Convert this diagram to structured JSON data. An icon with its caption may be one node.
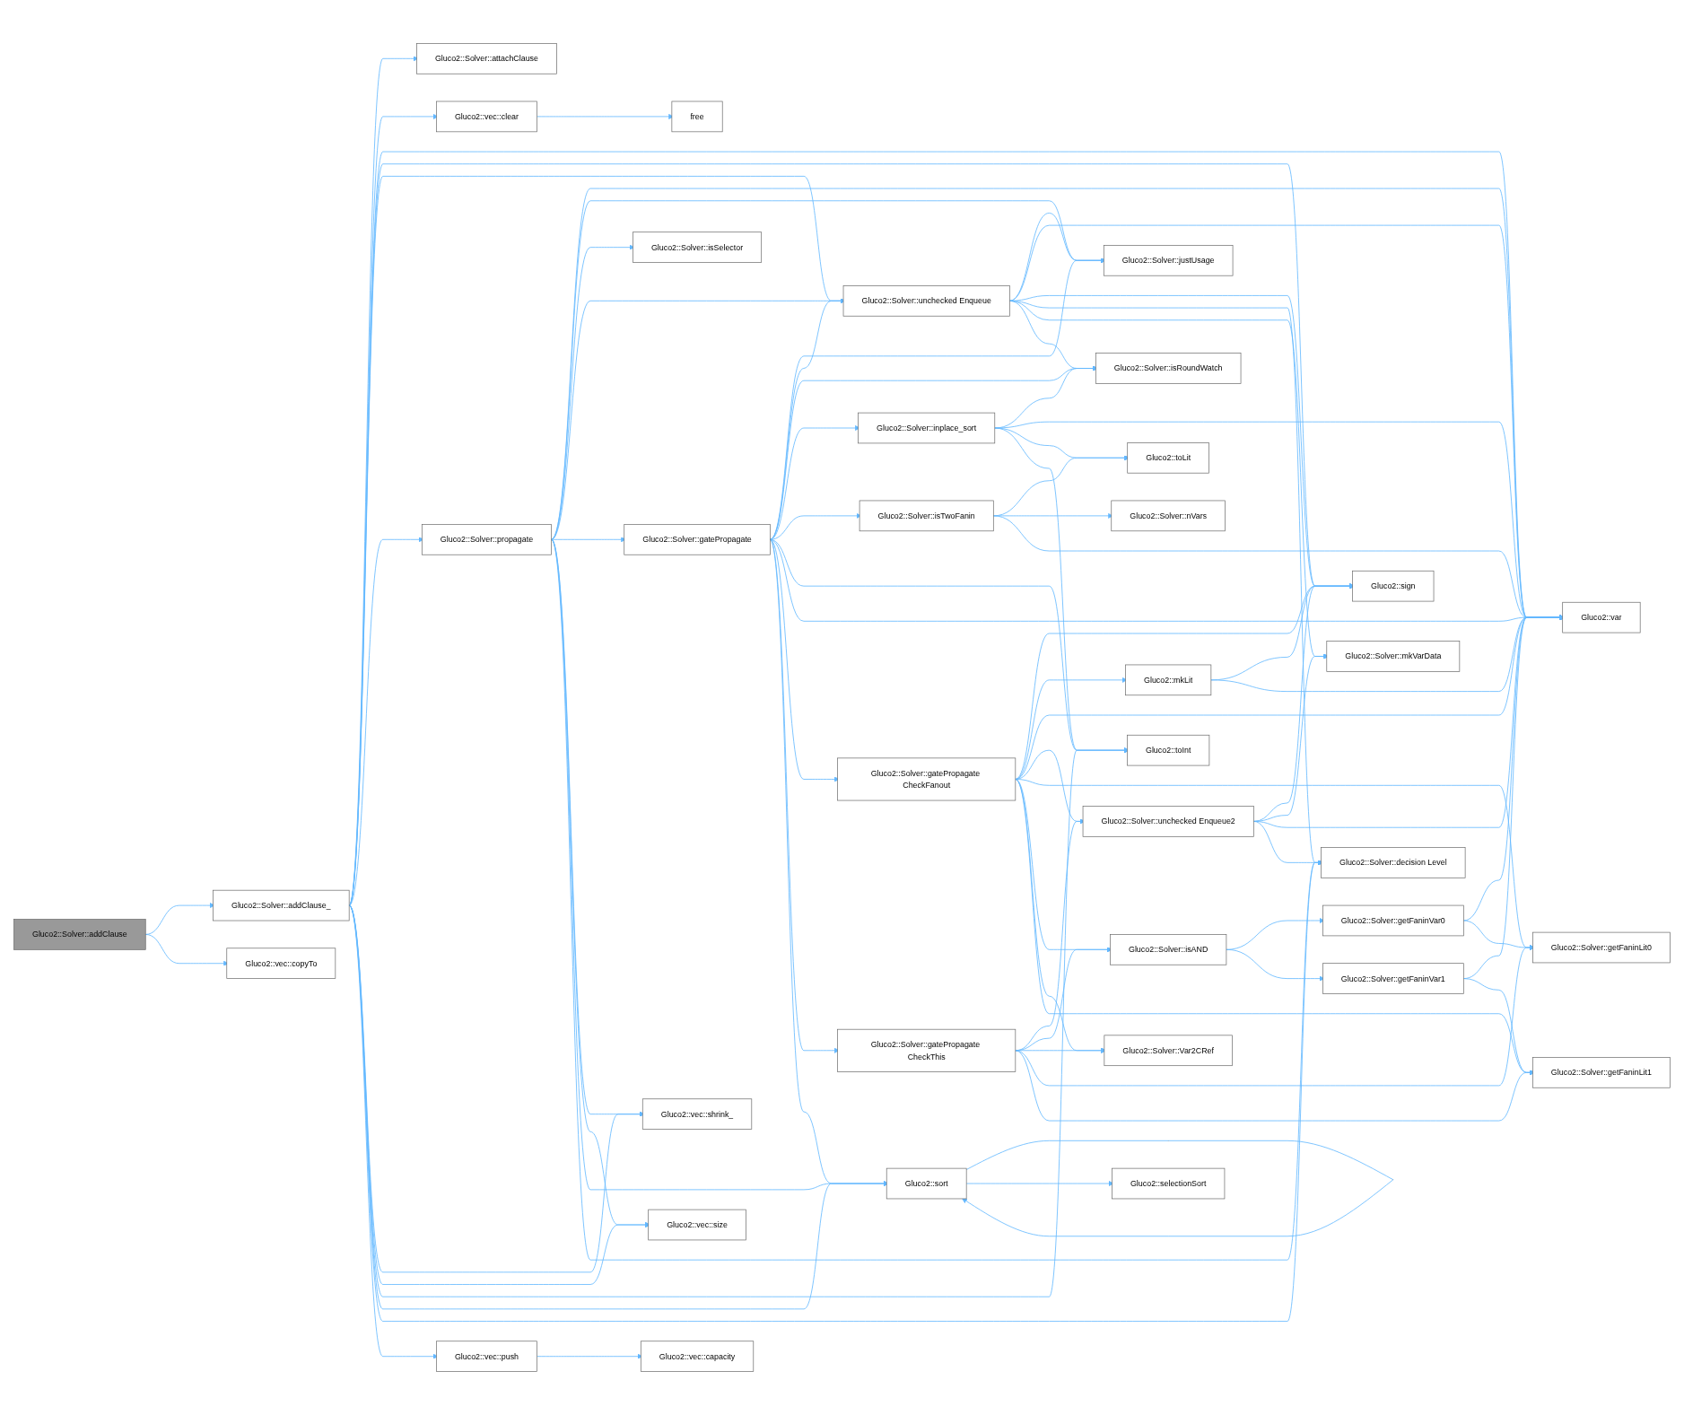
{
  "diagram": {
    "nodes": [
      {
        "text": [
          "Gluco2::Solver::addClause"
        ]
      },
      {
        "text": [
          "Gluco2::Solver::addClause_"
        ]
      },
      {
        "text": [
          "Gluco2::vec::copyTo"
        ]
      },
      {
        "text": [
          "Gluco2::Solver::attachClause"
        ]
      },
      {
        "text": [
          "Gluco2::vec::clear"
        ]
      },
      {
        "text": [
          "free"
        ]
      },
      {
        "text": [
          "Gluco2::Solver::propagate"
        ]
      },
      {
        "text": [
          "Gluco2::vec::shrink_"
        ]
      },
      {
        "text": [
          "Gluco2::vec::size"
        ]
      },
      {
        "text": [
          "Gluco2::sort"
        ]
      },
      {
        "text": [
          "Gluco2::Solver::decision Level"
        ]
      },
      {
        "text": [
          "Gluco2::toInt"
        ]
      },
      {
        "text": [
          "Gluco2::var"
        ]
      },
      {
        "text": [
          "Gluco2::sign"
        ]
      },
      {
        "text": [
          "Gluco2::Solver::unchecked Enqueue"
        ]
      },
      {
        "text": [
          "Gluco2::Solver::justUsage"
        ]
      },
      {
        "text": [
          "Gluco2::Solver::isRoundWatch"
        ]
      },
      {
        "text": [
          "Gluco2::Solver::mkVarData"
        ]
      },
      {
        "text": [
          "Gluco2::Solver::isSelector"
        ]
      },
      {
        "text": [
          "Gluco2::Solver::gatePropagate"
        ]
      },
      {
        "text": [
          "Gluco2::Solver::inplace_sort"
        ]
      },
      {
        "text": [
          "Gluco2::toLit"
        ]
      },
      {
        "text": [
          "Gluco2::Solver::isTwoFanin"
        ]
      },
      {
        "text": [
          "Gluco2::Solver::nVars"
        ]
      },
      {
        "text": [
          "Gluco2::Solver::gatePropagate CheckFanout"
        ]
      },
      {
        "text": [
          "Gluco2::mkLit"
        ]
      },
      {
        "text": [
          "Gluco2::Solver::unchecked Enqueue2"
        ]
      },
      {
        "text": [
          "Gluco2::Solver::isAND"
        ]
      },
      {
        "text": [
          "Gluco2::Solver::getFaninVar0"
        ]
      },
      {
        "text": [
          "Gluco2::Solver::getFaninLit0"
        ]
      },
      {
        "text": [
          "Gluco2::Solver::getFaninVar1"
        ]
      },
      {
        "text": [
          "Gluco2::Solver::getFaninLit1"
        ]
      },
      {
        "text": [
          "Gluco2::Solver::Var2CRef"
        ]
      },
      {
        "text": [
          "Gluco2::Solver::gatePropagate CheckThis"
        ]
      },
      {
        "text": [
          "Gluco2::selectionSort"
        ]
      },
      {
        "text": [
          "Gluco2::vec::push"
        ]
      },
      {
        "text": [
          "Gluco2::vec::capacity"
        ]
      }
    ],
    "edges": [
      {
        "from": 0,
        "to": 1,
        "arrow": "to"
      },
      {
        "from": 0,
        "to": 2,
        "arrow": "to"
      },
      {
        "from": 1,
        "to": 3,
        "arrow": "to"
      },
      {
        "from": 1,
        "to": 4,
        "arrow": "to"
      },
      {
        "from": 1,
        "to": 12,
        "arrow": "to"
      },
      {
        "from": 1,
        "to": 13,
        "arrow": "to"
      },
      {
        "from": 1,
        "to": 14,
        "arrow": "to"
      },
      {
        "from": 1,
        "to": 6,
        "arrow": "to"
      },
      {
        "from": 1,
        "to": 7,
        "arrow": "to"
      },
      {
        "from": 1,
        "to": 8,
        "arrow": "to"
      },
      {
        "from": 1,
        "to": 11,
        "arrow": "to"
      },
      {
        "from": 1,
        "to": 9,
        "arrow": "to"
      },
      {
        "from": 1,
        "to": 10,
        "arrow": "to"
      },
      {
        "from": 1,
        "to": 35,
        "arrow": "to"
      },
      {
        "from": 4,
        "to": 5,
        "arrow": "to"
      },
      {
        "from": 6,
        "to": 12,
        "arrow": "to"
      },
      {
        "from": 6,
        "to": 15,
        "arrow": "to"
      },
      {
        "from": 6,
        "to": 18,
        "arrow": "to"
      },
      {
        "from": 6,
        "to": 14,
        "arrow": "to"
      },
      {
        "from": 6,
        "to": 19,
        "arrow": "to"
      },
      {
        "from": 6,
        "to": 7,
        "arrow": "to"
      },
      {
        "from": 6,
        "to": 8,
        "arrow": "to"
      },
      {
        "from": 6,
        "to": 9,
        "arrow": "to"
      },
      {
        "from": 6,
        "to": 10,
        "arrow": "to"
      },
      {
        "from": 19,
        "to": 15,
        "arrow": "to"
      },
      {
        "from": 19,
        "to": 14,
        "arrow": "to"
      },
      {
        "from": 19,
        "to": 16,
        "arrow": "to"
      },
      {
        "from": 19,
        "to": 20,
        "arrow": "to"
      },
      {
        "from": 19,
        "to": 22,
        "arrow": "to"
      },
      {
        "from": 19,
        "to": 11,
        "arrow": "to"
      },
      {
        "from": 19,
        "to": 12,
        "arrow": "to"
      },
      {
        "from": 19,
        "to": 24,
        "arrow": "to"
      },
      {
        "from": 19,
        "to": 33,
        "arrow": "to"
      },
      {
        "from": 19,
        "to": 9,
        "arrow": "to"
      },
      {
        "from": 14,
        "to": 15,
        "arrow": "to"
      },
      {
        "from": 14,
        "to": 12,
        "arrow": "to"
      },
      {
        "from": 14,
        "to": 13,
        "arrow": "to"
      },
      {
        "from": 14,
        "to": 10,
        "arrow": "to"
      },
      {
        "from": 14,
        "to": 17,
        "arrow": "to"
      },
      {
        "from": 14,
        "to": 16,
        "arrow": "to"
      },
      {
        "from": 20,
        "to": 16,
        "arrow": "to"
      },
      {
        "from": 20,
        "to": 12,
        "arrow": "to"
      },
      {
        "from": 20,
        "to": 21,
        "arrow": "to"
      },
      {
        "from": 20,
        "to": 11,
        "arrow": "to"
      },
      {
        "from": 22,
        "to": 21,
        "arrow": "to"
      },
      {
        "from": 22,
        "to": 23,
        "arrow": "to"
      },
      {
        "from": 22,
        "to": 12,
        "arrow": "to"
      },
      {
        "from": 24,
        "to": 13,
        "arrow": "to"
      },
      {
        "from": 24,
        "to": 25,
        "arrow": "to"
      },
      {
        "from": 24,
        "to": 12,
        "arrow": "to"
      },
      {
        "from": 24,
        "to": 26,
        "arrow": "to"
      },
      {
        "from": 24,
        "to": 29,
        "arrow": "to"
      },
      {
        "from": 24,
        "to": 27,
        "arrow": "to"
      },
      {
        "from": 24,
        "to": 32,
        "arrow": "to"
      },
      {
        "from": 24,
        "to": 31,
        "arrow": "to"
      },
      {
        "from": 25,
        "to": 13,
        "arrow": "to"
      },
      {
        "from": 25,
        "to": 12,
        "arrow": "to"
      },
      {
        "from": 26,
        "to": 13,
        "arrow": "to"
      },
      {
        "from": 26,
        "to": 17,
        "arrow": "to"
      },
      {
        "from": 26,
        "to": 12,
        "arrow": "to"
      },
      {
        "from": 26,
        "to": 10,
        "arrow": "to"
      },
      {
        "from": 33,
        "to": 26,
        "arrow": "to"
      },
      {
        "from": 33,
        "to": 27,
        "arrow": "to"
      },
      {
        "from": 33,
        "to": 32,
        "arrow": "to"
      },
      {
        "from": 33,
        "to": 29,
        "arrow": "to"
      },
      {
        "from": 33,
        "to": 31,
        "arrow": "to"
      },
      {
        "from": 27,
        "to": 28,
        "arrow": "to"
      },
      {
        "from": 27,
        "to": 30,
        "arrow": "to"
      },
      {
        "from": 28,
        "to": 12,
        "arrow": "to"
      },
      {
        "from": 28,
        "to": 29,
        "arrow": "to"
      },
      {
        "from": 30,
        "to": 12,
        "arrow": "to"
      },
      {
        "from": 30,
        "to": 31,
        "arrow": "to"
      },
      {
        "from": 9,
        "to": 9,
        "arrow": "to"
      },
      {
        "from": 9,
        "to": 34,
        "arrow": "to"
      },
      {
        "from": 35,
        "to": 36,
        "arrow": "to"
      }
    ]
  }
}
